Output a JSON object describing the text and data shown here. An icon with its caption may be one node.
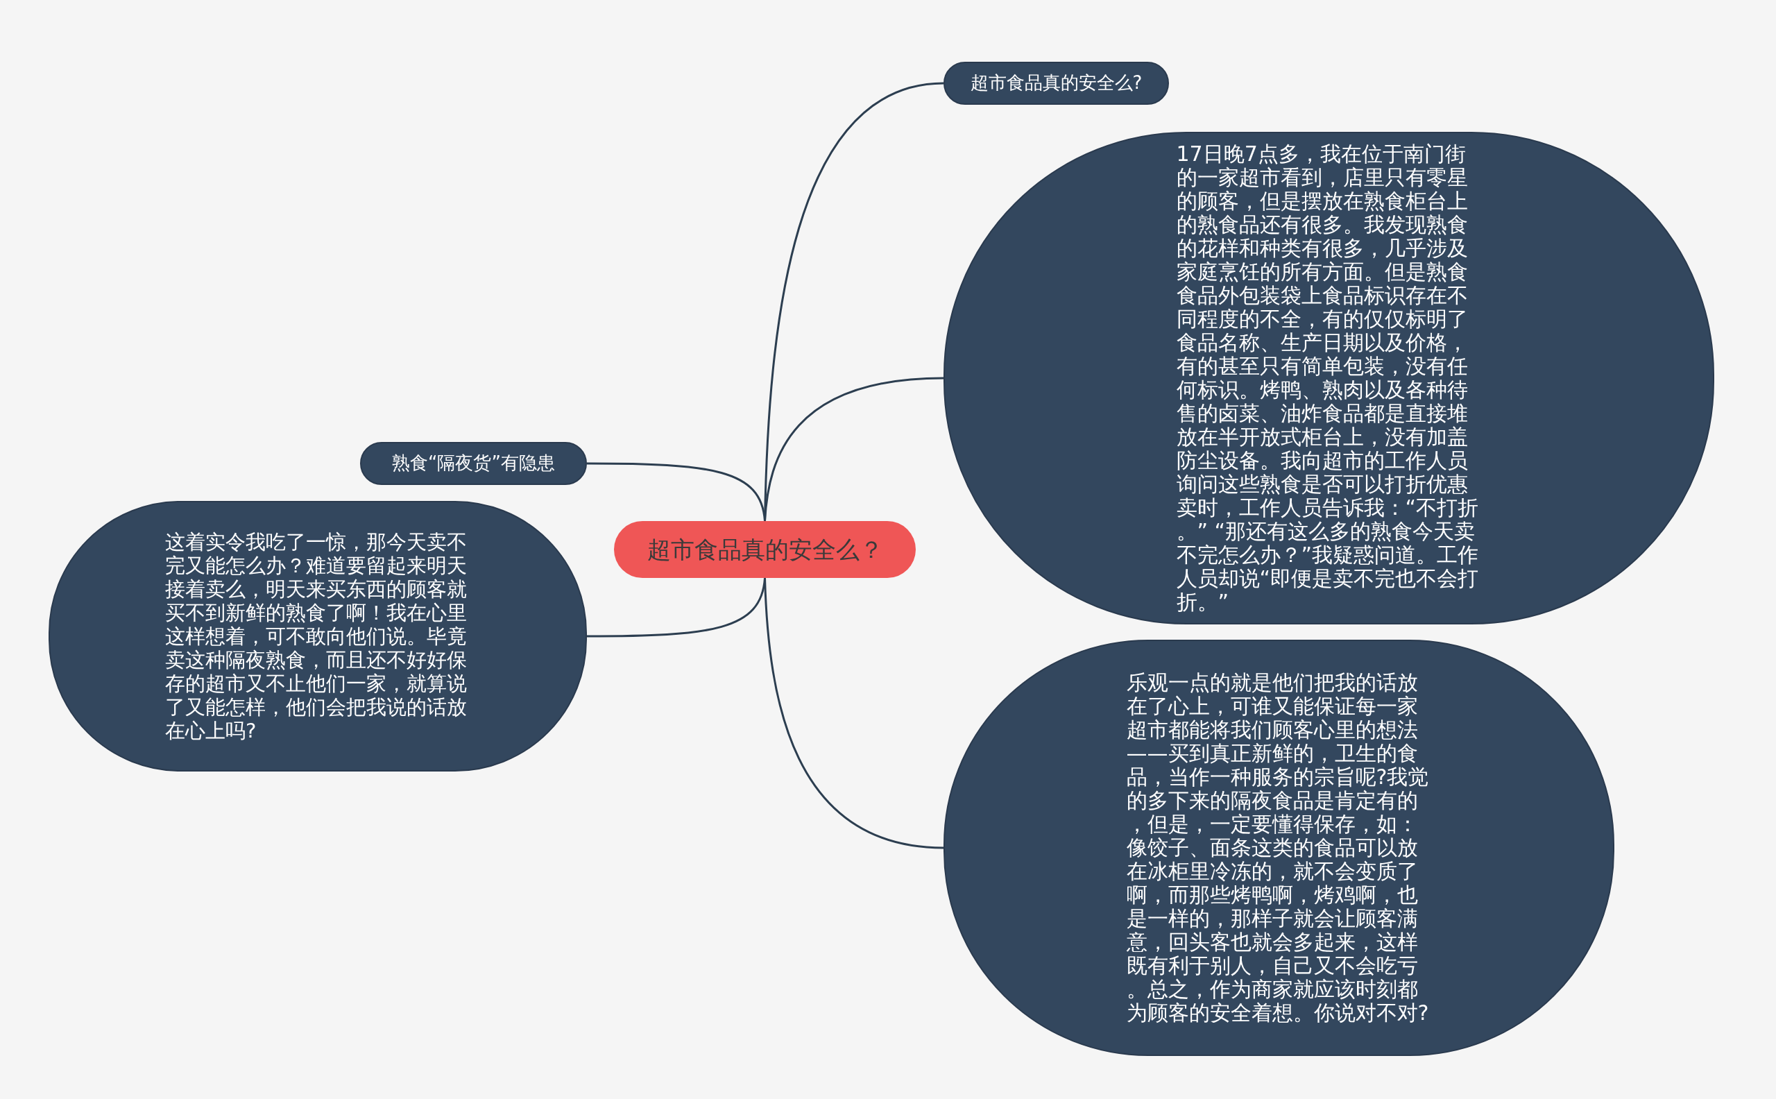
{
  "diagram": {
    "nodes": [
      {
        "text": [
          "超市食品真的安全么？"
        ]
      },
      {
        "text": [
          "超市食品真的安全么?"
        ]
      },
      {
        "text": [
          "17日晚7点多，我在位于南门街的一家超市看到，店里只有零星的顾客，但是摆放在熟食柜台上的熟食品还有很多。我发现熟食的花样和种类有很多，几乎涉及家庭烹饪的所有方面。但是熟食食品外包装袋上食品标识存在不同程度的不全，有的仅仅标明了食品名称、生产日期以及价格，有的甚至只有简单包装，没有任何标识。烤鸭、熟肉以及各种待售的卤菜、油炸食品都是直接堆放在半开放式柜台上，没有加盖防尘设备。我向超市的工作人员询问这些熟食是否可以打折优惠卖时，工作人员告诉我：“不打折。” “那还有这么多的熟食今天卖不完怎么办？”我疑惑问道。工作人员却说“即便是卖不完也不会打折。”"
        ]
      },
      {
        "text": [
          "乐观一点的就是他们把我的话放在了心上，可谁又能保证每一家超市都能将我们顾客心里的想法——买到真正新鲜的，卫生的食品，当作一种服务的宗旨呢?我觉的多下来的隔夜食品是肯定有的，但是，一定要懂得保存，如：像饺子、面条这类的食品可以放在冰柜里冷冻的，就不会变质了啊，而那些烤鸭啊，烤鸡啊，也是一样的，那样子就会让顾客满意，回头客也就会多起来，这样既有利于别人，自己又不会吃亏。总之，作为商家就应该时刻都为顾客的安全着想。你说对不对?"
        ]
      },
      {
        "text": [
          "熟食“隔夜货”有隐患"
        ]
      },
      {
        "text": [
          "这着实令我吃了一惊，那今天卖不完又能怎么办？难道要留起来明天接着卖么，明天来买东西的顾客就买不到新鲜的熟食了啊！我在心里这样想着，可不敢向他们说。毕竟卖这种隔夜熟食，而且还不好好保存的超市又不止他们一家，就算说了又能怎样，他们会把我说的话放在心上吗?"
        ]
      }
    ],
    "edges": [
      {
        "from": 0,
        "to": 1,
        "arrow": "none"
      },
      {
        "from": 0,
        "to": 2,
        "arrow": "none"
      },
      {
        "from": 0,
        "to": 3,
        "arrow": "none"
      },
      {
        "from": 0,
        "to": 4,
        "arrow": "none"
      },
      {
        "from": 0,
        "to": 5,
        "arrow": "none"
      }
    ]
  }
}
